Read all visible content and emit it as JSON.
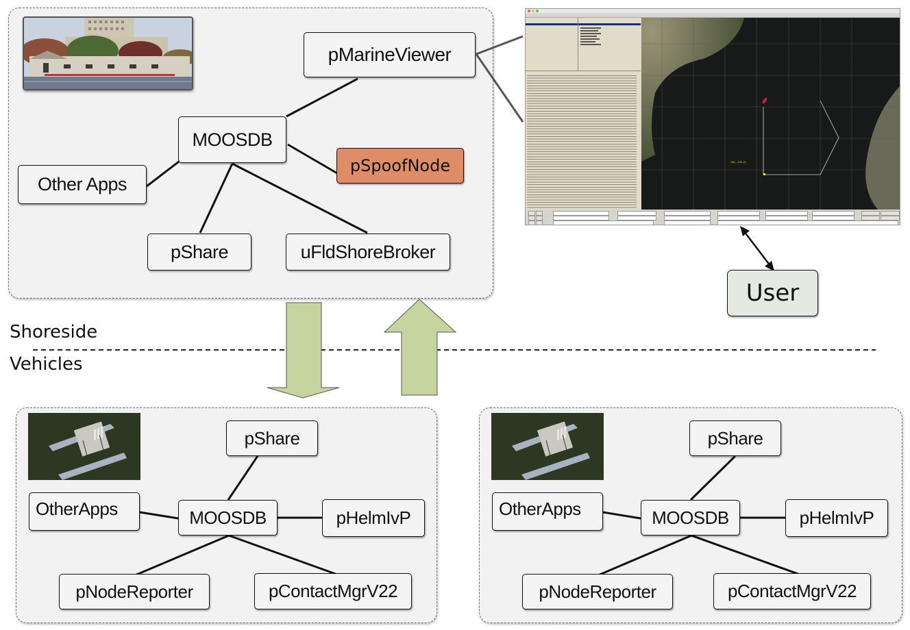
{
  "shoreside": {
    "region_label": "Shoreside",
    "photo": "boathouse-photo",
    "nodes": {
      "marine_viewer": "pMarineViewer",
      "moosdb": "MOOSDB",
      "spoof_node": "pSpoofNode",
      "other_apps": "Other Apps",
      "pshare": "pShare",
      "shore_broker": "uFldShoreBroker"
    },
    "spoof_color": "#de8d67"
  },
  "divider": {
    "vehicles_label": "Vehicles"
  },
  "user": {
    "label": "User"
  },
  "screenshot": {
    "app": "pMarineViewer window",
    "map_label": "(60,-135.6)",
    "overlay_colors": {
      "path": "#d8d8d8",
      "vehicle": "#e02020",
      "label": "#e6e600"
    }
  },
  "vehicles": [
    {
      "photo": "heron-vehicle-photo",
      "nodes": {
        "pshare": "pShare",
        "other_apps": "OtherApps",
        "moosdb": "MOOSDB",
        "helm": "pHelmIvP",
        "node_reporter": "pNodeReporter",
        "contact_mgr": "pContactMgrV22"
      }
    },
    {
      "photo": "heron-vehicle-photo",
      "nodes": {
        "pshare": "pShare",
        "other_apps": "OtherApps",
        "moosdb": "MOOSDB",
        "helm": "pHelmIvP",
        "node_reporter": "pNodeReporter",
        "contact_mgr": "pContactMgrV22"
      }
    }
  ],
  "arrows": {
    "down": "shoreside-to-vehicles",
    "up": "vehicles-to-shoreside",
    "color": "#c6d59f"
  }
}
